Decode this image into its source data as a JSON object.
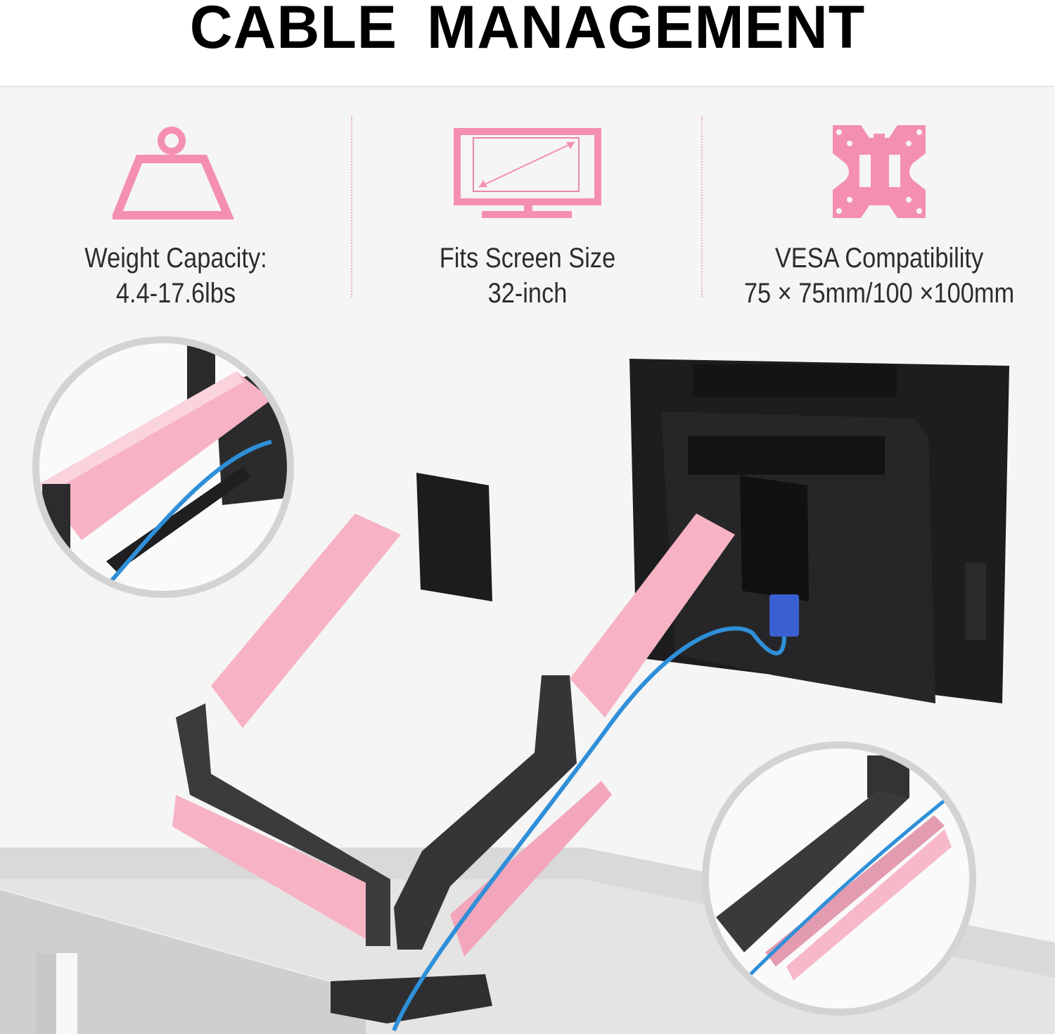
{
  "header": {
    "title": "CABLE MANAGEMENT"
  },
  "features": [
    {
      "icon": "weight-icon",
      "line1": "Weight Capacity:",
      "line2": "4.4-17.6lbs"
    },
    {
      "icon": "monitor-size-icon",
      "line1": "Fits Screen Size",
      "line2": "32-inch"
    },
    {
      "icon": "vesa-plate-icon",
      "line1": "VESA Compatibility",
      "line2": "75 × 75mm/100 ×100mm"
    }
  ],
  "colors": {
    "accent_pink": "#f48fb1",
    "arm_pink": "#f7b3c3",
    "arm_dark": "#3a3a3c",
    "cable_blue": "#2f8fd8",
    "vga_blue": "#3a5fd0",
    "text_dark": "#2d2d2d",
    "background": "#f5f5f5"
  },
  "photo": {
    "subject": "dual-monitor-arm-with-cable-management",
    "callouts": [
      "upper-arm-cable-channel-detail",
      "lower-arm-cable-cover-detail"
    ]
  }
}
